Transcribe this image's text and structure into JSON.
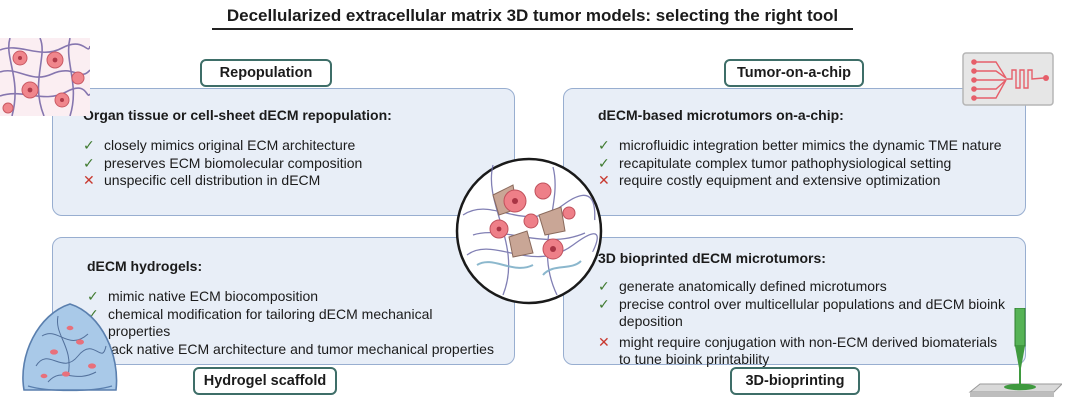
{
  "title": "Decellularized extracellular matrix 3D tumor models: selecting the right tool",
  "colors": {
    "panel_fill": "#e8eef7",
    "panel_border": "#98aed0",
    "label_border": "#3e6e68",
    "check": "#3f7a2f",
    "cross": "#c8392f"
  },
  "panels": {
    "repopulation": {
      "label": "Repopulation",
      "heading": "Organ tissue or cell-sheet dECM repopulation:",
      "items": [
        {
          "mark": "✓",
          "text": "closely mimics original ECM architecture"
        },
        {
          "mark": "✓",
          "text": "preserves ECM biomolecular composition"
        },
        {
          "mark": "✕",
          "text": "unspecific cell distribution in dECM"
        }
      ]
    },
    "chip": {
      "label": "Tumor-on-a-chip",
      "heading": "dECM-based microtumors on-a-chip:",
      "items": [
        {
          "mark": "✓",
          "text": "microfluidic integration better mimics the dynamic TME nature"
        },
        {
          "mark": "✓",
          "text": "recapitulate complex tumor pathophysiological setting"
        },
        {
          "mark": "✕",
          "text": "require costly equipment and extensive optimization"
        }
      ]
    },
    "hydrogel": {
      "label": "Hydrogel scaffold",
      "heading": "dECM hydrogels:",
      "items": [
        {
          "mark": "✓",
          "text": "mimic native ECM biocomposition"
        },
        {
          "mark": "✓",
          "text": "chemical modification for tailoring dECM mechanical properties"
        },
        {
          "mark": "✕",
          "text": "lack native ECM architecture and tumor mechanical properties"
        }
      ]
    },
    "bioprint": {
      "label": "3D-bioprinting",
      "heading": "3D bioprinted dECM microtumors:",
      "items": [
        {
          "mark": "✓",
          "text": "generate anatomically defined microtumors"
        },
        {
          "mark": "✓",
          "text": "precise control over multicellular populations and dECM bioink deposition"
        },
        {
          "mark": "✕",
          "text": "might require conjugation with non-ECM derived biomaterials to tune bioink printability"
        }
      ]
    }
  },
  "icons": {
    "top_left": "ecm-fiber-network-icon",
    "top_right": "microfluidic-chip-icon",
    "bottom_left": "hydrogel-dome-icon",
    "bottom_right": "bioprinter-nozzle-icon",
    "center": "tumor-microenvironment-circle-icon"
  }
}
